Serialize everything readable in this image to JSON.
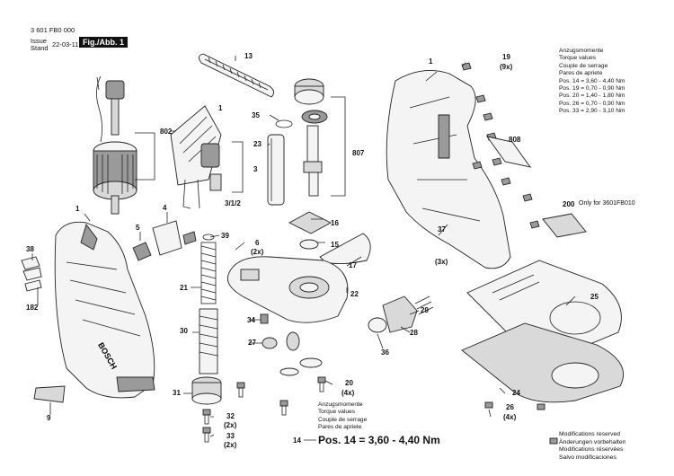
{
  "header": {
    "part_number": "3 601 FB0 000",
    "issue_label": "Issue",
    "stand_label": "Stand",
    "date": "22-03-11",
    "figure": "Fig./Abb. 1"
  },
  "torque_top": {
    "lines": [
      "Anzugsmomente",
      "Torque values",
      "Couple de serrage",
      "Pares de apriete",
      "Pos. 14 = 3,60 - 4,40 Nm",
      "Pos. 19 = 0,70 - 0,90 Nm",
      "Pos. 20 = 1,40 - 1,80 Nm",
      "Pos. 26 = 0,70 - 0,90 Nm",
      "Pos. 33 = 2,90 - 3,10 Nm"
    ]
  },
  "torque_bottom": {
    "lines": [
      "Anzugsmomente",
      "Torque values",
      "Couple de serrage",
      "Pares de apriete"
    ],
    "pos14": "Pos. 14 = 3,60 - 4,40 Nm"
  },
  "note_200": "Only for 3601FB010",
  "modifications": [
    "Modifications reserved",
    "Änderungen vorbehalten",
    "Modifications réservées",
    "Salvo modificaciones"
  ],
  "callouts": [
    {
      "id": "c13",
      "text": "13"
    },
    {
      "id": "c802",
      "text": "802"
    },
    {
      "id": "c1a",
      "text": "1"
    },
    {
      "id": "c35",
      "text": "35"
    },
    {
      "id": "c23",
      "text": "23"
    },
    {
      "id": "c3",
      "text": "3"
    },
    {
      "id": "c312",
      "text": "3/1/2"
    },
    {
      "id": "c807",
      "text": "807"
    },
    {
      "id": "c16",
      "text": "16"
    },
    {
      "id": "c15",
      "text": "15"
    },
    {
      "id": "c1b",
      "text": "1"
    },
    {
      "id": "c19",
      "text": "19"
    },
    {
      "id": "c19q",
      "text": "(9x)"
    },
    {
      "id": "c808",
      "text": "808"
    },
    {
      "id": "c200",
      "text": "200"
    },
    {
      "id": "c1c",
      "text": "1"
    },
    {
      "id": "c38",
      "text": "38"
    },
    {
      "id": "c182",
      "text": "182"
    },
    {
      "id": "c5",
      "text": "5"
    },
    {
      "id": "c4",
      "text": "4"
    },
    {
      "id": "c39",
      "text": "39"
    },
    {
      "id": "c6",
      "text": "6"
    },
    {
      "id": "c6q",
      "text": "(2x)"
    },
    {
      "id": "c21",
      "text": "21"
    },
    {
      "id": "c17",
      "text": "17"
    },
    {
      "id": "c22",
      "text": "22"
    },
    {
      "id": "c37",
      "text": "37"
    },
    {
      "id": "c37q",
      "text": "(3x)"
    },
    {
      "id": "c29",
      "text": "29"
    },
    {
      "id": "c34",
      "text": "34"
    },
    {
      "id": "c30",
      "text": "30"
    },
    {
      "id": "c27",
      "text": "27"
    },
    {
      "id": "c28",
      "text": "28"
    },
    {
      "id": "c36",
      "text": "36"
    },
    {
      "id": "c25",
      "text": "25"
    },
    {
      "id": "c9",
      "text": "9"
    },
    {
      "id": "c31",
      "text": "31"
    },
    {
      "id": "c20",
      "text": "20"
    },
    {
      "id": "c20q",
      "text": "(4x)"
    },
    {
      "id": "c24",
      "text": "24"
    },
    {
      "id": "c32",
      "text": "32"
    },
    {
      "id": "c32q",
      "text": "(2x)"
    },
    {
      "id": "c26",
      "text": "26"
    },
    {
      "id": "c26q",
      "text": "(4x)"
    },
    {
      "id": "c33",
      "text": "33"
    },
    {
      "id": "c33q",
      "text": "(2x)"
    },
    {
      "id": "c14",
      "text": "14"
    }
  ],
  "brand_text": "BOSCH"
}
